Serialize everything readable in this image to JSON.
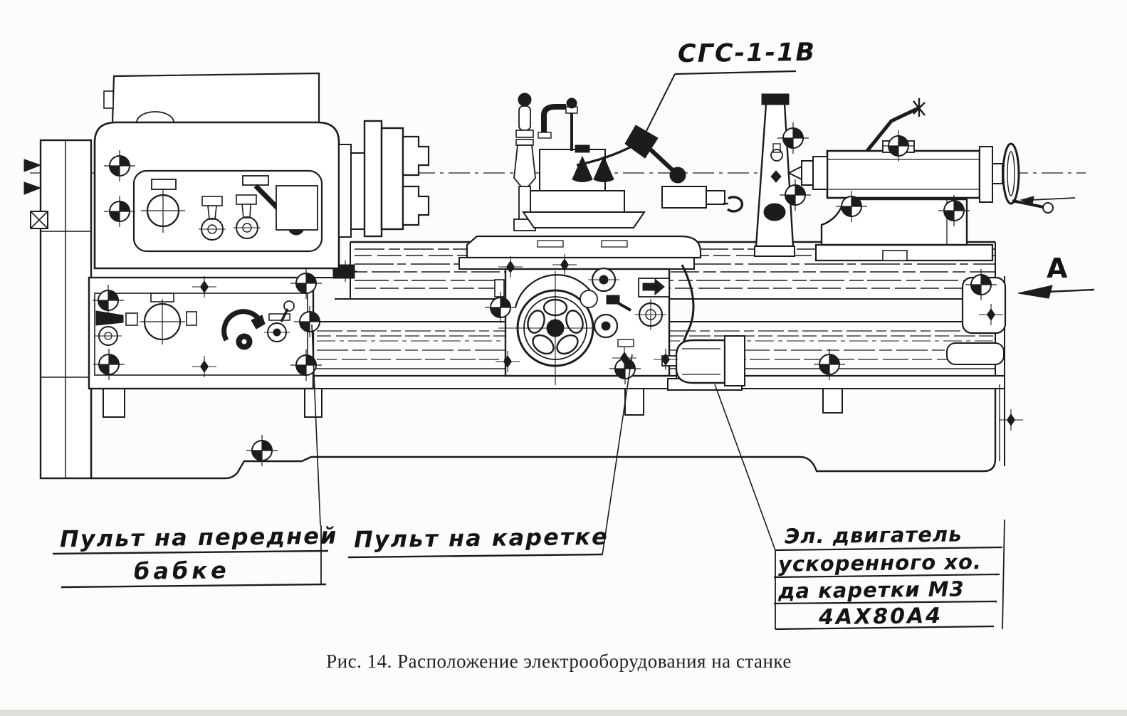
{
  "figure": {
    "caption": "Рис. 14. Расположение электрооборудования на станке",
    "view_label": "А"
  },
  "callouts": {
    "lamp": "СГС-1-1В",
    "headstock_line1": "Пульт на передней",
    "headstock_line2": "бабке",
    "carriage": "Пульт на каретке",
    "motor_line1": "Эл. двигатель",
    "motor_line2": "ускоренного хо.",
    "motor_line3": "да каретки М3",
    "motor_line4": "4АХ80А4"
  },
  "colors": {
    "ink": "#1c1c1c",
    "paper": "#fcfcfa"
  }
}
